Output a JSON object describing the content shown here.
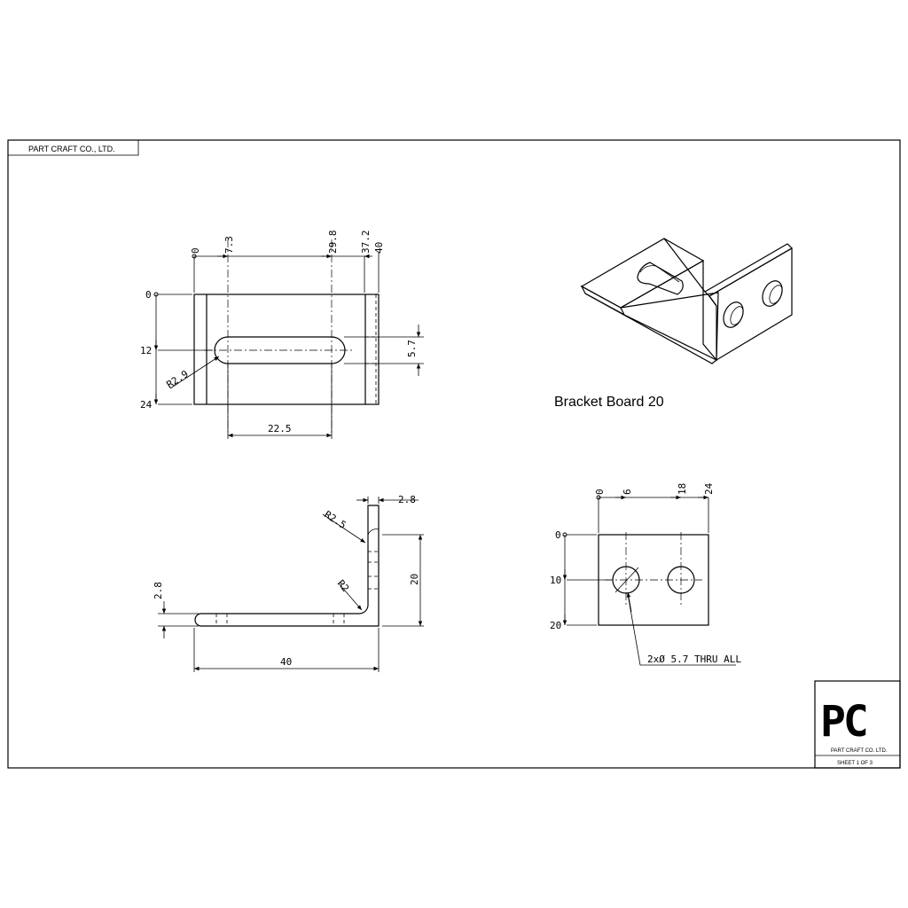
{
  "sheet": {
    "company_tab": "PART CRAFT CO., LTD."
  },
  "title_block": {
    "logo_text": "PC",
    "company_name": "PART CRAFT CO. LTD.",
    "sheet_label": "SHEET 1 OF 3"
  },
  "isometric": {
    "part_title": "Bracket Board 20"
  },
  "top_view": {
    "x_ords": [
      "0",
      "7.3",
      "29.8",
      "37.2",
      "40"
    ],
    "y_ords": [
      "0",
      "12",
      "24"
    ],
    "slot_width": "5.7",
    "slot_length": "22.5",
    "slot_radius": "R2.9"
  },
  "side_view": {
    "thickness_top": "2.8",
    "thickness_left": "2.8",
    "outer_radius": "R2.5",
    "inner_radius": "R2",
    "height": "20",
    "length": "40"
  },
  "end_view": {
    "x_ords": [
      "0",
      "6",
      "18",
      "24"
    ],
    "y_ords": [
      "0",
      "10",
      "20"
    ],
    "hole_note": "2xØ 5.7 THRU ALL"
  }
}
